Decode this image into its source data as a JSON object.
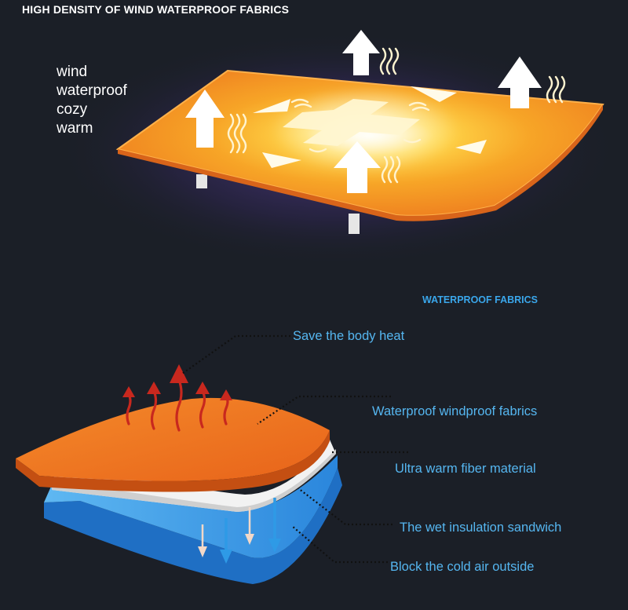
{
  "header": {
    "title": "HIGH DENSITY OF WIND WATERPROOF FABRICS"
  },
  "features": [
    "wind",
    "waterproof",
    "cozy",
    "warm"
  ],
  "section": {
    "title": "WATERPROOF FABRICS"
  },
  "callouts": [
    "Save the body heat",
    "Waterproof windproof fabrics",
    "Ultra warm fiber material",
    "The wet insulation sandwich",
    "Block the cold air outside"
  ],
  "colors": {
    "background": "#1b1f27",
    "fabric_orange": "#f07a1e",
    "fiber_white": "#f2f2f2",
    "insulation_blue": "#2f8fe0",
    "heat_arrow": "#c8281e",
    "cold_arrow_blue": "#2e9ae6",
    "label_blue": "#55b6f0"
  },
  "icons": [
    "up-arrow-icon",
    "heat-wave-icon",
    "heat-arrow-icon",
    "cold-air-arrow-icon"
  ]
}
